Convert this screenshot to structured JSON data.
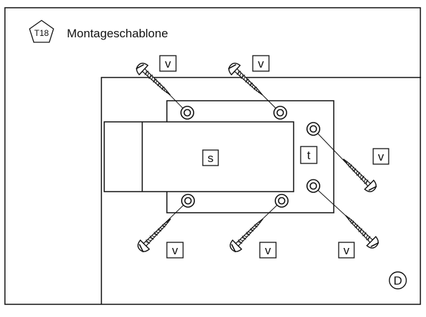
{
  "badge": {
    "label": "T18",
    "icon": "pentagon-badge-icon"
  },
  "title": "Montageschablone",
  "labels": {
    "v": "v",
    "s": "s",
    "t": "t",
    "d": "D"
  },
  "colors": {
    "line": "#111111",
    "background": "#ffffff"
  },
  "screw_icon": "screw-icon",
  "hole_icon": "screw-hole-icon"
}
